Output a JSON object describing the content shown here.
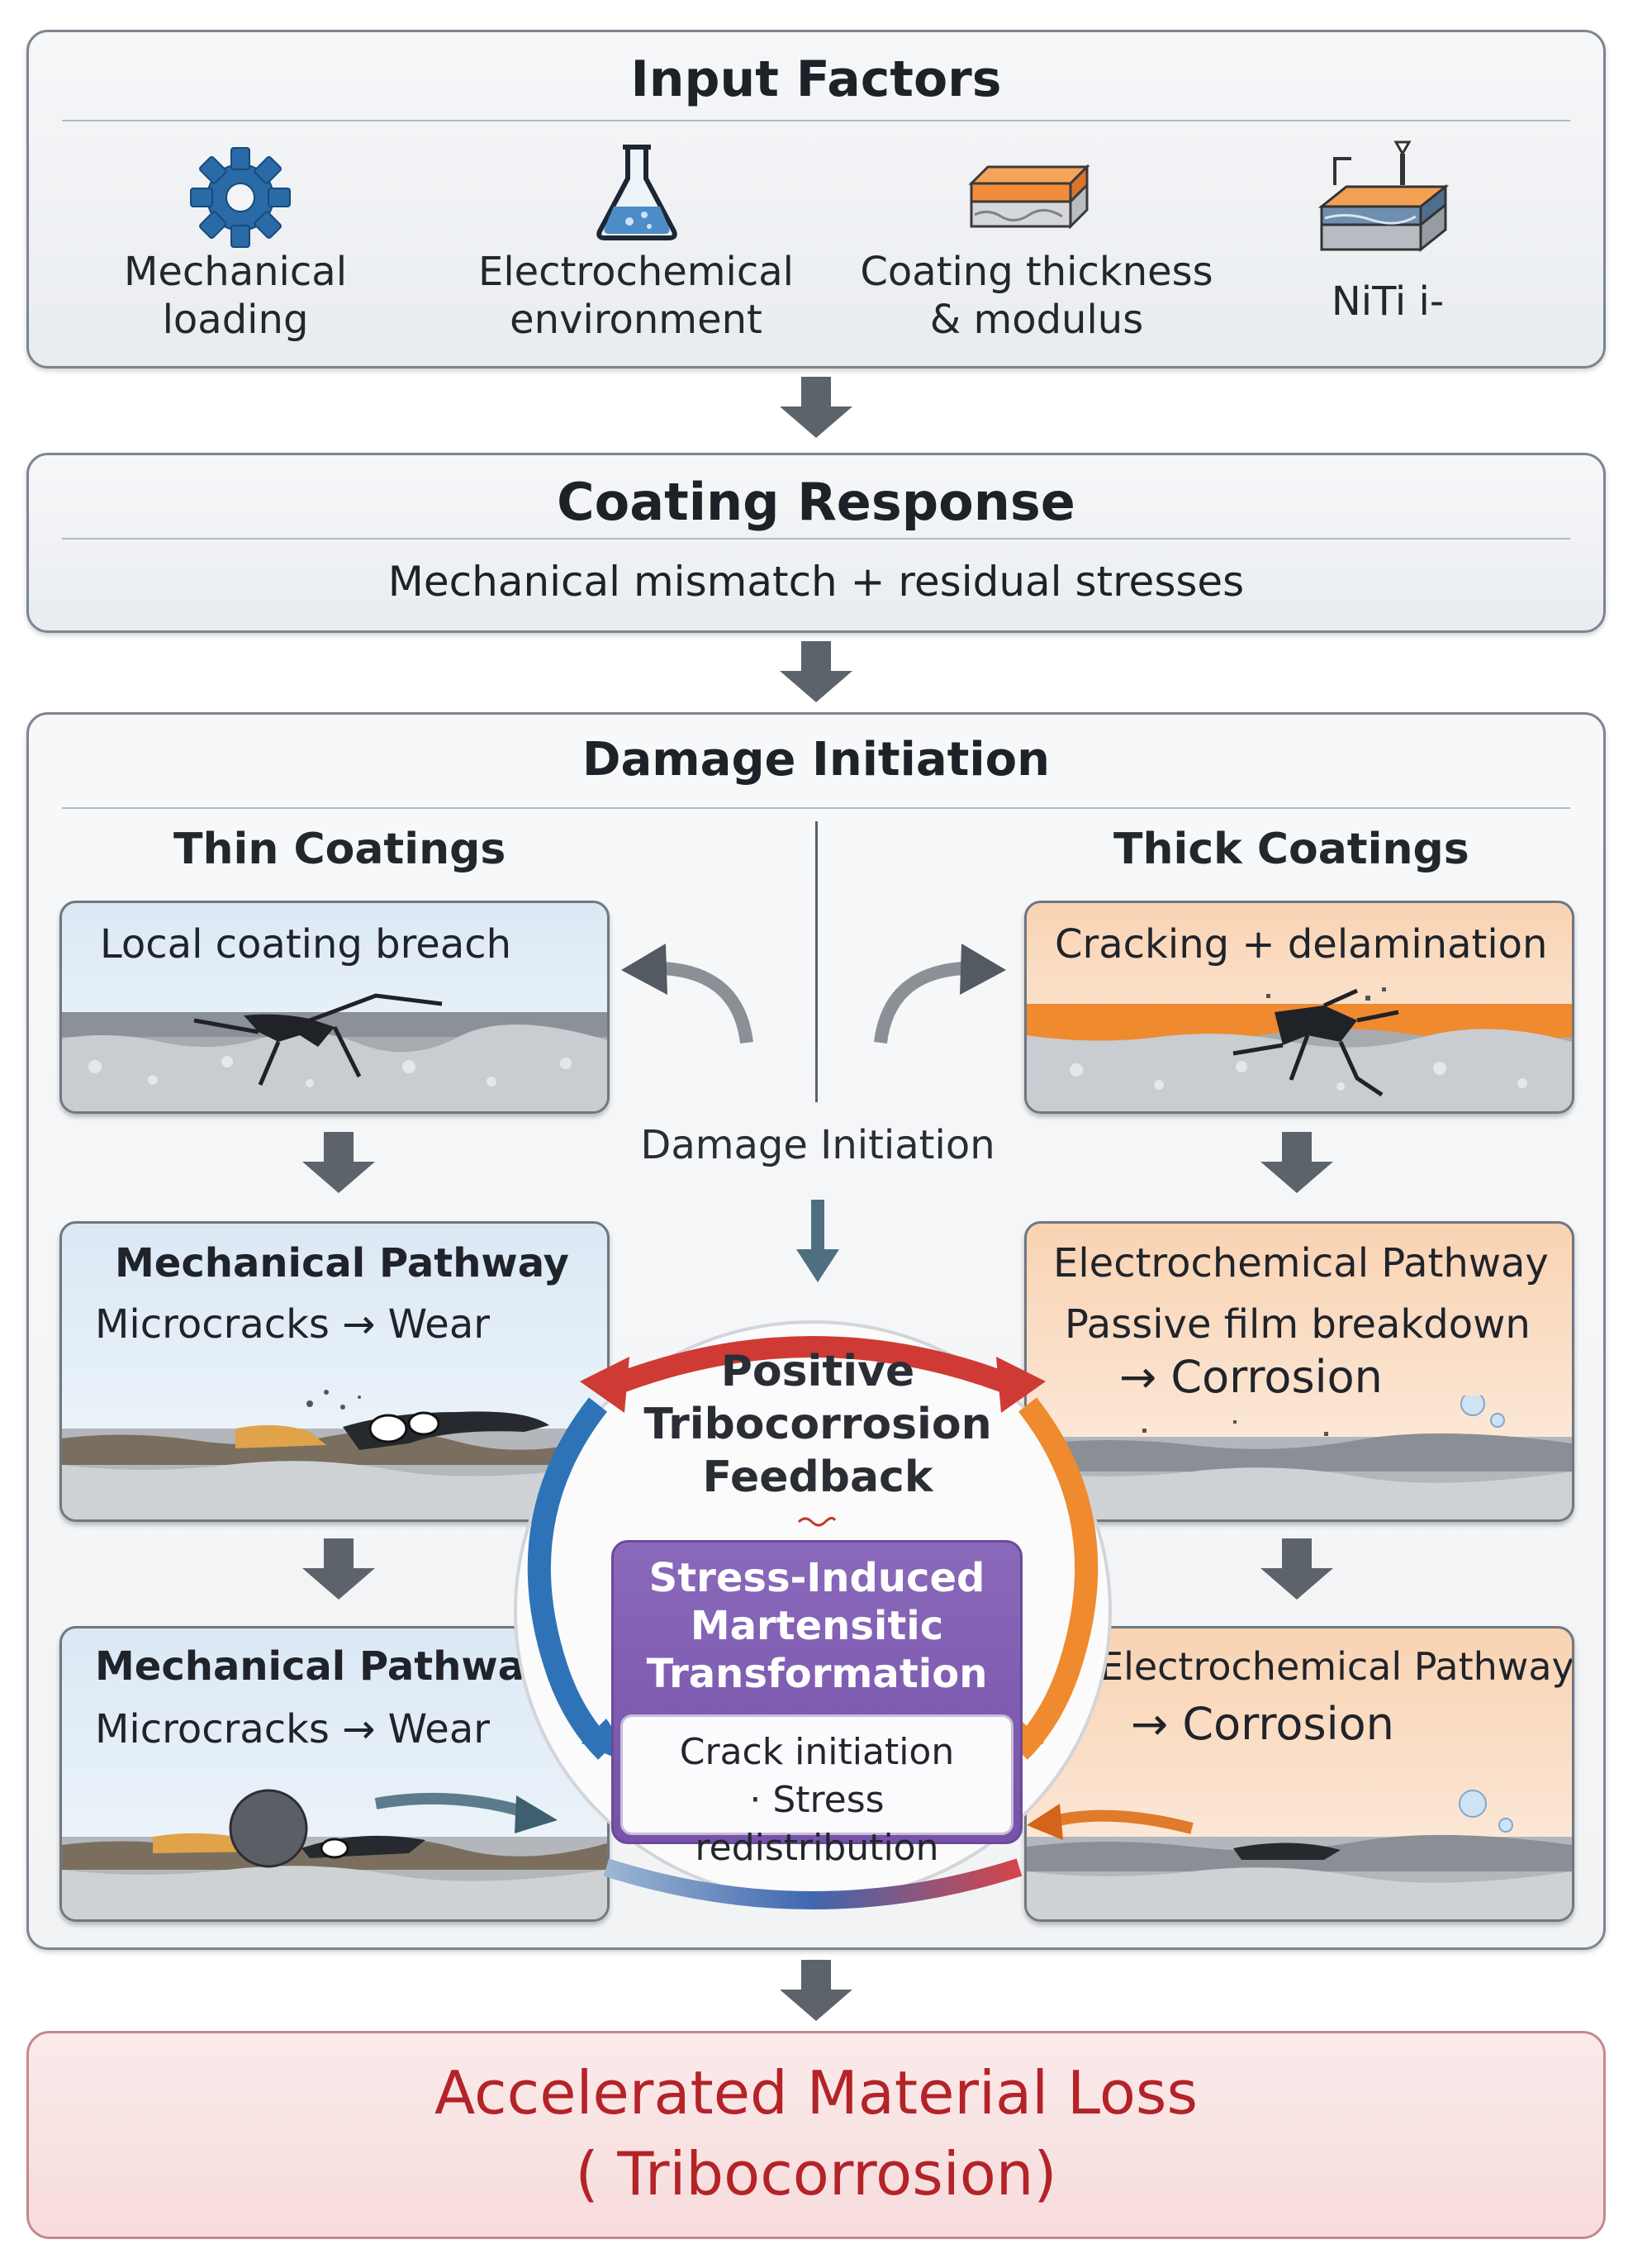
{
  "input_factors": {
    "title": "Input Factors",
    "items": [
      {
        "label_1": "Mechanical",
        "label_2": "loading",
        "icon": "gear-icon"
      },
      {
        "label_1": "Electrochemical",
        "label_2": "environment",
        "icon": "flask-icon"
      },
      {
        "label_1": "Coating thickness",
        "label_2": "& modulus",
        "icon": "coating-layer-icon"
      },
      {
        "label_1": "NiTi i-",
        "label_2": "",
        "icon": "niti-substrate-icon"
      }
    ]
  },
  "coating_response": {
    "title": "Coating Response",
    "subtitle": "Mechanical mismatch + residual stresses"
  },
  "damage_initiation": {
    "title": "Damage Initiation",
    "center_label": "Damage Initiation",
    "thin": {
      "heading": "Thin Coatings",
      "breach": "Local coating breach",
      "mech1_title": "Mechanical Pathway",
      "mech1_text": "Microcracks → Wear",
      "mech2_title": "Mechanical Pathway",
      "mech2_text": "Microcracks → Wear"
    },
    "thick": {
      "heading": "Thick Coatings",
      "crack": "Cracking + delamination",
      "ec1_title": "Electrochemical Pathway",
      "ec1_line1": "Passive film breakdown",
      "ec1_line2": "→ Corrosion",
      "ec2_title": "Electrochemical Pathway",
      "ec2_text": "→ Corrosion"
    },
    "feedback": {
      "line1": "Positive",
      "line2": "Tribocorrosion",
      "line3": "Feedback"
    },
    "martensitic": {
      "line1": "Stress-Induced",
      "line2": "Martensitic",
      "line3": "Transformation",
      "detail1": "Crack initiation",
      "detail2": "· Stress redistribution"
    }
  },
  "result": {
    "line1": "Accelerated Material Loss",
    "line2": "( Tribocorrosion)"
  },
  "colors": {
    "accent_red": "#b32328",
    "thin_blue": "#dbe8f4",
    "thick_orange": "#f9d3b3",
    "purple": "#7653a8",
    "arrow_grey": "#5d636b"
  }
}
